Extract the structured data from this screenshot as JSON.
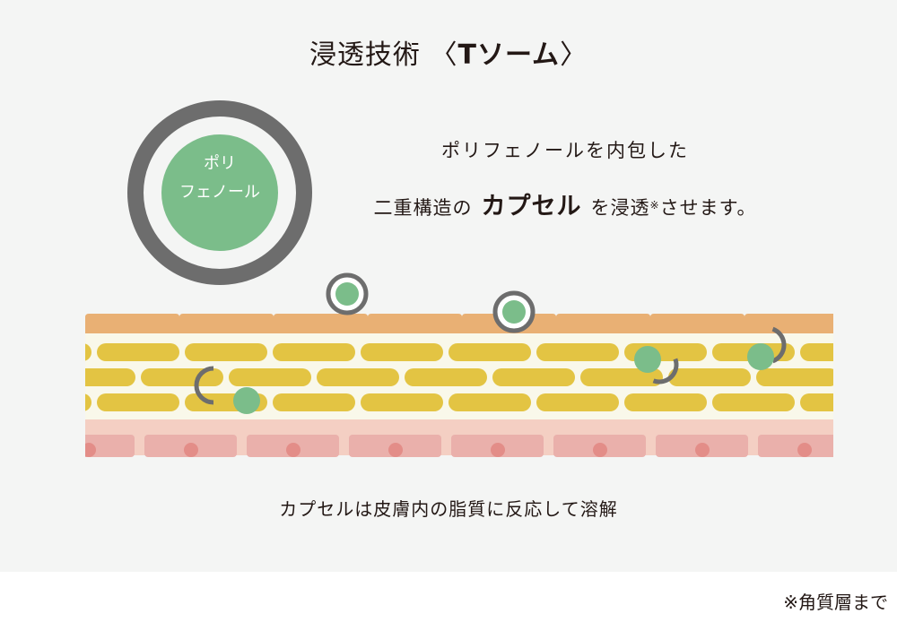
{
  "title": {
    "main": "浸透技術",
    "bracket_open": "〈",
    "name": "Tソーム",
    "bracket_close": "〉"
  },
  "description": {
    "line1": "ポリフェノールを内包した",
    "line2_pre": "二重構造の",
    "line2_emphasis": "カプセル",
    "line2_mid": "を浸透",
    "line2_mark": "※",
    "line2_post": "させます。"
  },
  "capsule_label": {
    "line1": "ポリ",
    "line2": "フェノール"
  },
  "caption": "カプセルは皮膚内の脂質に反応して溶解",
  "footnote": "※角質層まで",
  "colors": {
    "background": "#f4f5f4",
    "capsule_shell": "#6d6d6d",
    "polyphenol": "#7bbd8a",
    "stratum_top": "#e9b074",
    "lipid": "#e3c443",
    "lipid_bg": "#f9f8ea",
    "lower_layer": "#f4cfc3",
    "cells": "#eab0ab",
    "nuclei": "#e38d88"
  }
}
